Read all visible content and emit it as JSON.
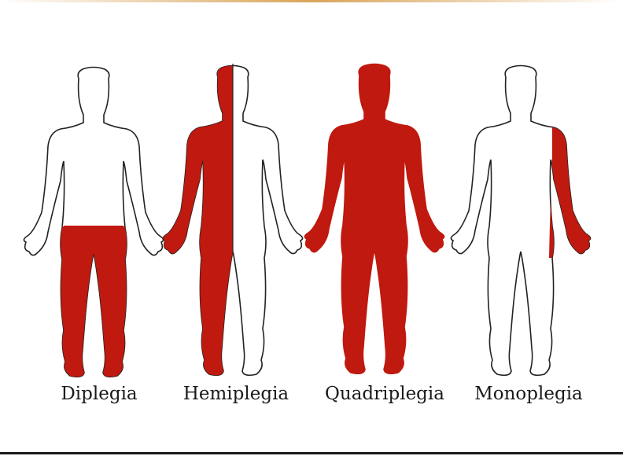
{
  "diagram": {
    "highlight_color": "#c0190f",
    "outline_color": "#222222",
    "figures": [
      {
        "label": "Diplegia",
        "affected": "both legs"
      },
      {
        "label": "Hemiplegia",
        "affected": "one side of body"
      },
      {
        "label": "Quadriplegia",
        "affected": "whole body"
      },
      {
        "label": "Monoplegia",
        "affected": "one arm"
      }
    ]
  }
}
